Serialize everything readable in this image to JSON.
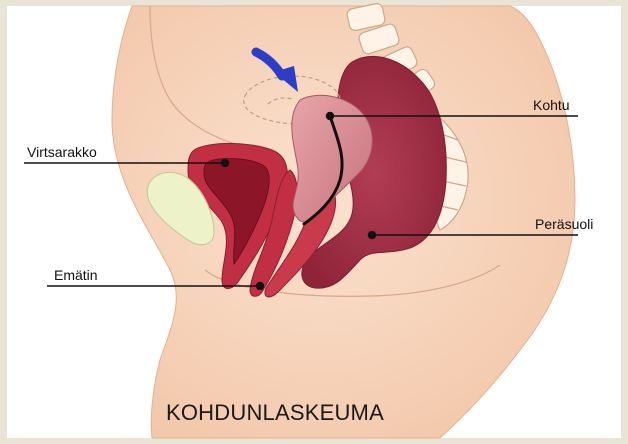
{
  "diagram": {
    "title": "KOHDUNLASKEUMA",
    "labels": {
      "kohtu": "Kohtu",
      "virtsarakko": "Virtsarakko",
      "perasuoli": "Peräsuoli",
      "ematin": "Emätin"
    },
    "colors": {
      "frame": "#e9e4d6",
      "panel": "#ffffff",
      "skin": "#f8d6bd",
      "skin_dark": "#efc1a2",
      "bladder": "#c22f45",
      "uterus": "#d78e95",
      "rectum": "#a5334a",
      "pubic_bone": "#eef2c9",
      "arrow": "#2c3ec8",
      "leader": "#111111"
    },
    "icons": [
      "down-right-arrow-icon"
    ]
  }
}
